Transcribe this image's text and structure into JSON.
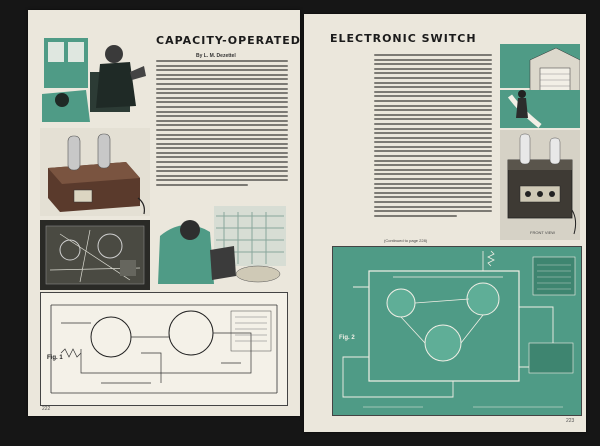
{
  "article": {
    "title_left": "CAPACITY-OPERATED",
    "title_right": "ELECTRONIC SWITCH",
    "byline": "By L. M. Dezettel",
    "continued_note": "(Continued to page 228)"
  },
  "diagram": {
    "fig1_label": "Fig. 1",
    "fig2_label": "Fig. 2",
    "front_view_caption": "FRONT VIEW"
  },
  "pages": {
    "left_number": "222",
    "right_number": "223"
  },
  "colors": {
    "paper": "#ebe7dc",
    "accent_green": "#4f9b86",
    "ink": "#1b1b1b"
  }
}
